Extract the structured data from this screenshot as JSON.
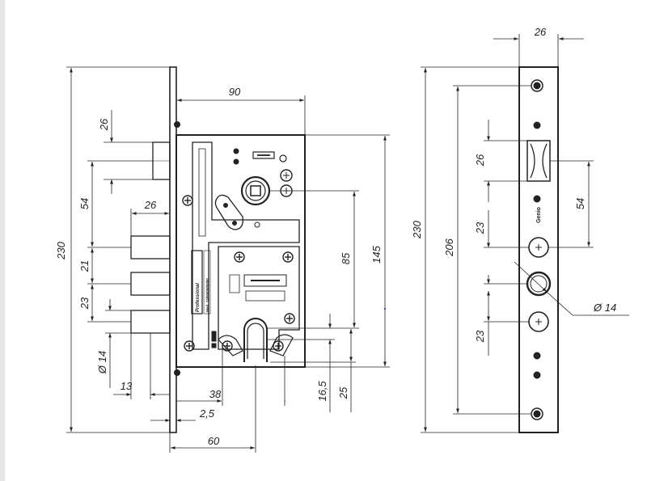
{
  "drawing": {
    "front_view": {
      "dimensions": {
        "overall_height": "230",
        "case_width": "90",
        "latch_offset": "26",
        "deadbolt_span": "54",
        "bolt_width": "26",
        "bolt_pitch_a": "21",
        "bolt_pitch_b": "23",
        "bolt_diameter": "Ø 14",
        "bolt_inset": "13",
        "cylinder_offset": "38",
        "plate_thickness": "2,5",
        "backset": "60",
        "spindle_to_cylinder": "85",
        "case_height": "145",
        "cylinder_radius": "16,5",
        "cylinder_bottom": "25"
      },
      "case_labels": {
        "brand": "Professional",
        "model": "Mod. 74/55/00/00/00"
      }
    },
    "side_view": {
      "dimensions": {
        "plate_width": "26",
        "plate_height": "230",
        "screw_pitch": "206",
        "latch_height": "26",
        "deadbolt_span": "54",
        "bolt_pitch_top": "23",
        "bolt_pitch_bottom": "23",
        "bolt_diameter": "Ø 14"
      },
      "plate_label": "Genio"
    }
  }
}
